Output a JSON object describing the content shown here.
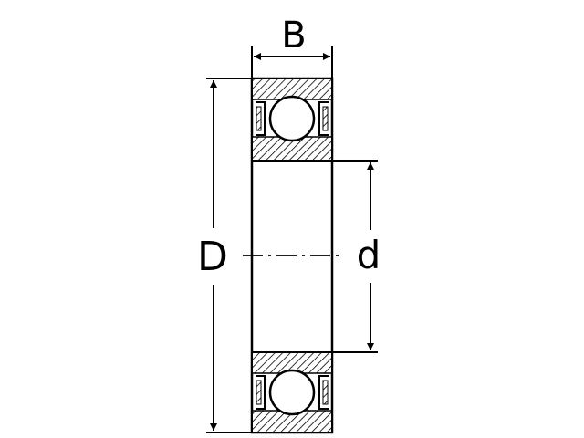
{
  "labels": {
    "width": "B",
    "outer_diameter": "D",
    "inner_diameter": "d"
  },
  "colors": {
    "line": "#000000",
    "background": "#ffffff"
  }
}
